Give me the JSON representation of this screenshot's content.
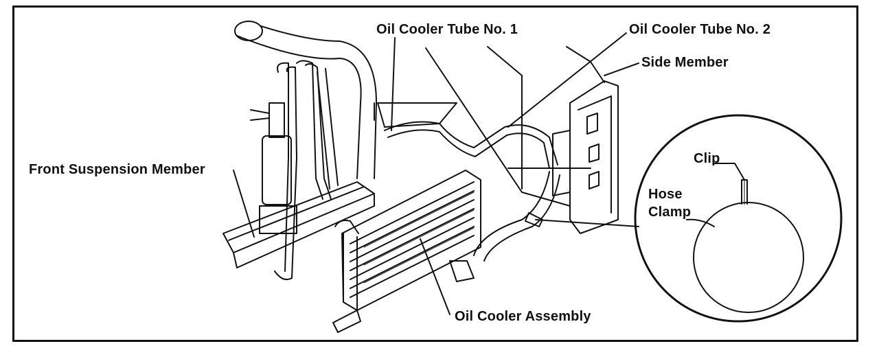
{
  "labels": {
    "tube1": "Oil Cooler Tube No. 1",
    "tube2": "Oil Cooler Tube No. 2",
    "side_member": "Side Member",
    "front_suspension": "Front Suspension Member",
    "assembly": "Oil Cooler Assembly",
    "clip": "Clip",
    "hose_clamp_line1": "Hose",
    "hose_clamp_line2": "Clamp"
  },
  "colors": {
    "ink": "#111111",
    "paper": "#ffffff"
  }
}
